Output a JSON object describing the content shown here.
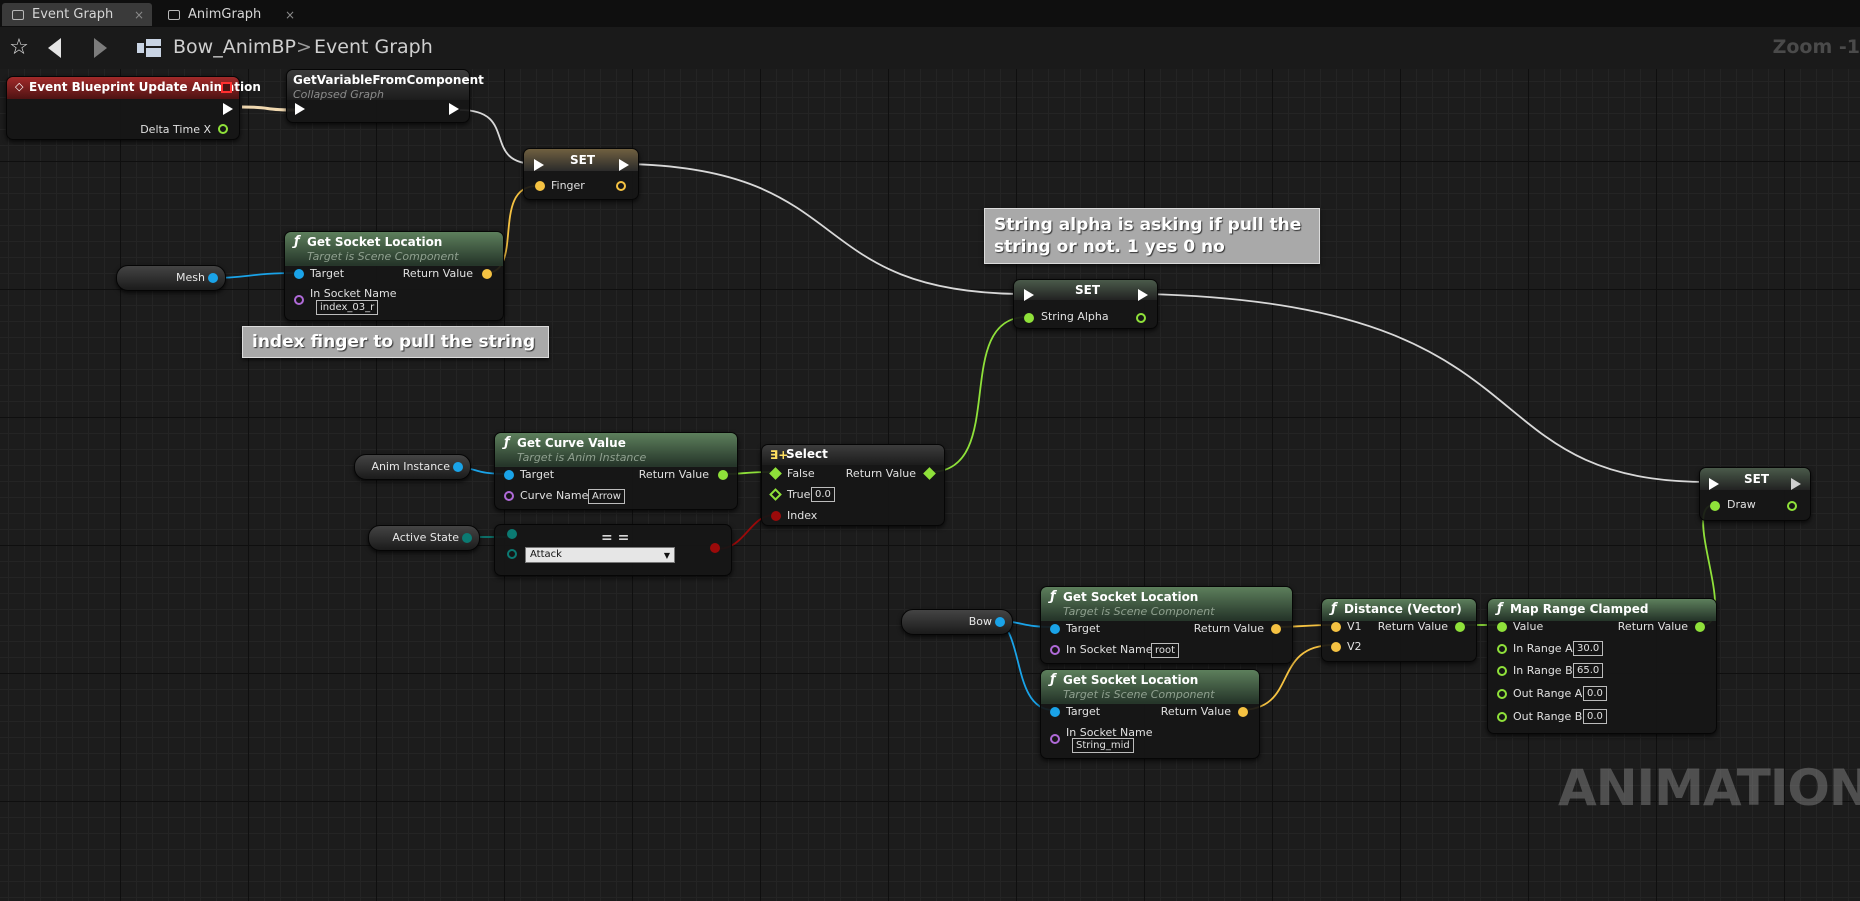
{
  "tabs": [
    {
      "label": "Event Graph",
      "active": true
    },
    {
      "label": "AnimGraph",
      "active": false
    }
  ],
  "toolbar": {
    "breadcrumb": [
      "Bow_AnimBP",
      "Event Graph"
    ],
    "zoom": "Zoom -1"
  },
  "nodes": {
    "event": {
      "title": "Event Blueprint Update Animation",
      "delta": "Delta Time X"
    },
    "getvar": {
      "title": "GetVariableFromComponent",
      "subtitle": "Collapsed Graph"
    },
    "set_finger": {
      "title": "SET",
      "pin": "Finger"
    },
    "socket1": {
      "title": "Get Socket Location",
      "subtitle": "Target is Scene Component",
      "target": "Target",
      "ret": "Return Value",
      "socket_label": "In Socket Name",
      "socket_value": "index_03_r"
    },
    "set_alpha": {
      "title": "SET",
      "pin": "String Alpha"
    },
    "curve": {
      "title": "Get Curve Value",
      "subtitle": "Target is Anim Instance",
      "target": "Target",
      "ret": "Return Value",
      "curve_label": "Curve Name",
      "curve_value": "Arrow"
    },
    "select": {
      "title": "Select",
      "false_label": "False",
      "true_label": "True",
      "true_value": "0.0",
      "index_label": "Index",
      "ret": "Return Value"
    },
    "equal": {
      "dropdown": "Attack"
    },
    "set_draw": {
      "title": "SET",
      "pin": "Draw"
    },
    "socket2": {
      "title": "Get Socket Location",
      "subtitle": "Target is Scene Component",
      "target": "Target",
      "ret": "Return Value",
      "socket_label": "In Socket Name",
      "socket_value": "root"
    },
    "socket3": {
      "title": "Get Socket Location",
      "subtitle": "Target is Scene Component",
      "target": "Target",
      "ret": "Return Value",
      "socket_label": "In Socket Name",
      "socket_value": "String_mid"
    },
    "distance": {
      "title": "Distance (Vector)",
      "v1": "V1",
      "v2": "V2",
      "ret": "Return Value"
    },
    "maprange": {
      "title": "Map Range Clamped",
      "value": "Value",
      "ret": "Return Value",
      "in_a": "In Range A",
      "in_a_val": "30.0",
      "in_b": "In Range B",
      "in_b_val": "65.0",
      "out_a": "Out Range A",
      "out_a_val": "0.0",
      "out_b": "Out Range B",
      "out_b_val": "0.0"
    }
  },
  "variables": {
    "mesh": "Mesh",
    "anim_instance": "Anim Instance",
    "active_state": "Active State",
    "bow": "Bow"
  },
  "comments": {
    "index": "index finger to pull the string",
    "alpha": "String alpha is asking if pull the string or not. 1 yes 0 no"
  },
  "watermark": "ANIMATION",
  "colors": {
    "exec": "#ffffff",
    "object": "#1aa3e8",
    "vector": "#f5c242",
    "float": "#8fe13a",
    "name": "#b06ad8",
    "enum": "#0b7a72",
    "bool": "#9b0a0a",
    "event_header": "#a22a2a",
    "function_header": "#5d7f5c"
  }
}
